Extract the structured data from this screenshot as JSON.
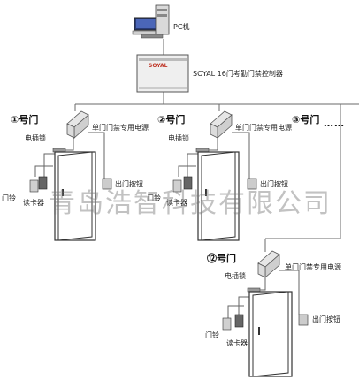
{
  "pc": {
    "label": "PC机"
  },
  "controller": {
    "brand": "SOYAL",
    "label": "SOYAL 16门考勤门禁控制器"
  },
  "doors": [
    {
      "title": "①号门",
      "power_label": "单门门禁专用电源",
      "lock_label": "电插锁",
      "exit_label": "出门按钮",
      "bell_label": "门铃",
      "reader_label": "读卡器"
    },
    {
      "title": "②号门",
      "power_label": "单门门禁专用电源",
      "lock_label": "电插锁",
      "exit_label": "出门按钮",
      "bell_label": "门铃",
      "reader_label": "读卡器"
    },
    {
      "title": "③号门"
    },
    {
      "title": "⑫号门",
      "power_label": "单门门禁专用电源",
      "lock_label": "电插锁",
      "exit_label": "出门按钮",
      "bell_label": "门铃",
      "reader_label": "读卡器"
    }
  ],
  "ellipsis": "……",
  "watermark": "青岛浩智科技有限公司"
}
